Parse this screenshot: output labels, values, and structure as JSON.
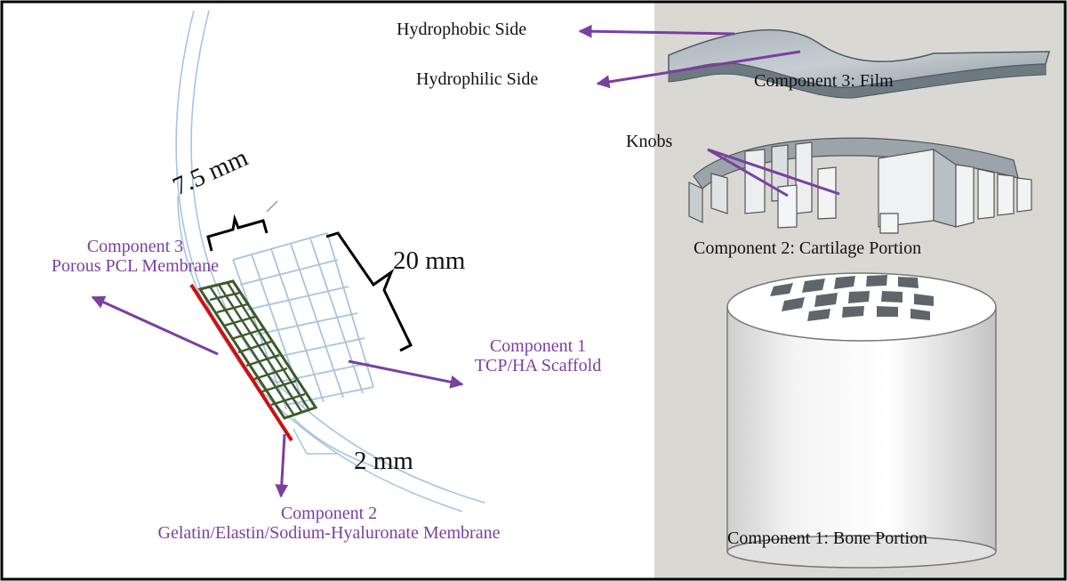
{
  "colors": {
    "purple": "#7b3fa0",
    "red": "#cc1111",
    "green": "#3c5a2c",
    "grid_blue": "#a8c4e0",
    "right_panel_bg": "#d9d8d3"
  },
  "left_panel": {
    "dim_width": "7.5 mm",
    "dim_height": "20 mm",
    "dim_thickness": "2 mm",
    "component3": {
      "line1": "Component 3",
      "line2": "Porous PCL Membrane"
    },
    "component1": {
      "line1": "Component 1",
      "line2": "TCP/HA Scaffold"
    },
    "component2": {
      "line1": "Component 2",
      "line2": "Gelatin/Elastin/Sodium-Hyaluronate Membrane"
    }
  },
  "right_panel": {
    "hydrophobic_side": "Hydrophobic Side",
    "hydrophilic_side": "Hydrophilic Side",
    "film_caption": "Component 3: Film",
    "knobs": "Knobs",
    "cartilage_caption": "Component 2: Cartilage Portion",
    "bone_caption": "Component 1: Bone Portion"
  }
}
